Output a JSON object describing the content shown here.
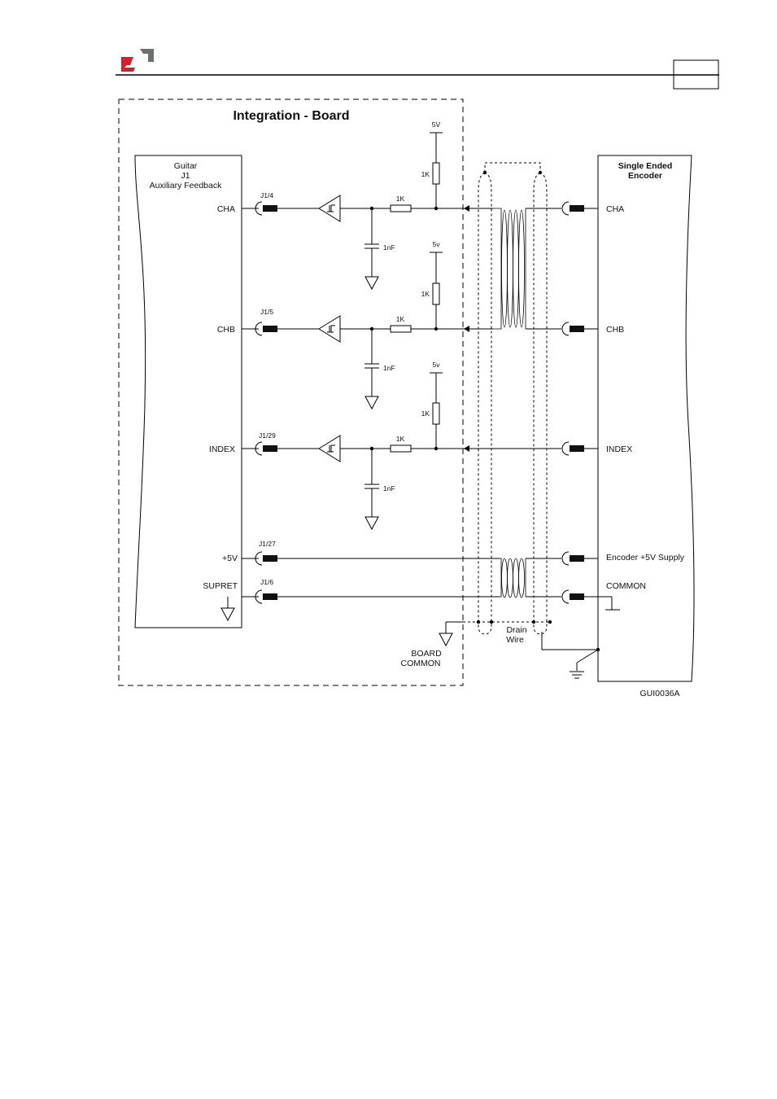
{
  "header": {
    "logo_icon": "company-logo-icon",
    "page_number": ""
  },
  "board": {
    "title": "Integration - Board",
    "connector_header": [
      "Guitar",
      "J1",
      "Auxiliary Feedback"
    ],
    "board_common": [
      "BOARD",
      "COMMON"
    ]
  },
  "encoder": {
    "header": [
      "Single Ended",
      "Encoder"
    ]
  },
  "channels": [
    {
      "signal": "CHA",
      "pin": "J1/4",
      "resistor": "1K",
      "pullup": "1K",
      "supply": "5V",
      "cap": "1nF",
      "encoder_label": "CHA"
    },
    {
      "signal": "CHB",
      "pin": "J1/5",
      "resistor": "1K",
      "pullup": "1K",
      "supply": "5v",
      "cap": "1nF",
      "encoder_label": "CHB"
    },
    {
      "signal": "INDEX",
      "pin": "J1/29",
      "resistor": "1K",
      "pullup": "1K",
      "supply": "5v",
      "cap": "1nF",
      "encoder_label": "INDEX"
    }
  ],
  "power": [
    {
      "signal": "+5V",
      "pin": "J1/27",
      "encoder_label": "Encoder +5V Supply"
    },
    {
      "signal": "SUPRET",
      "pin": "J1/6",
      "encoder_label": "COMMON"
    }
  ],
  "drain_wire": [
    "Drain",
    "Wire"
  ],
  "figure_id": "GUI0036A",
  "colors": {
    "logo_red": "#d4202a",
    "logo_gray": "#6d6e71",
    "ink": "#000000"
  }
}
